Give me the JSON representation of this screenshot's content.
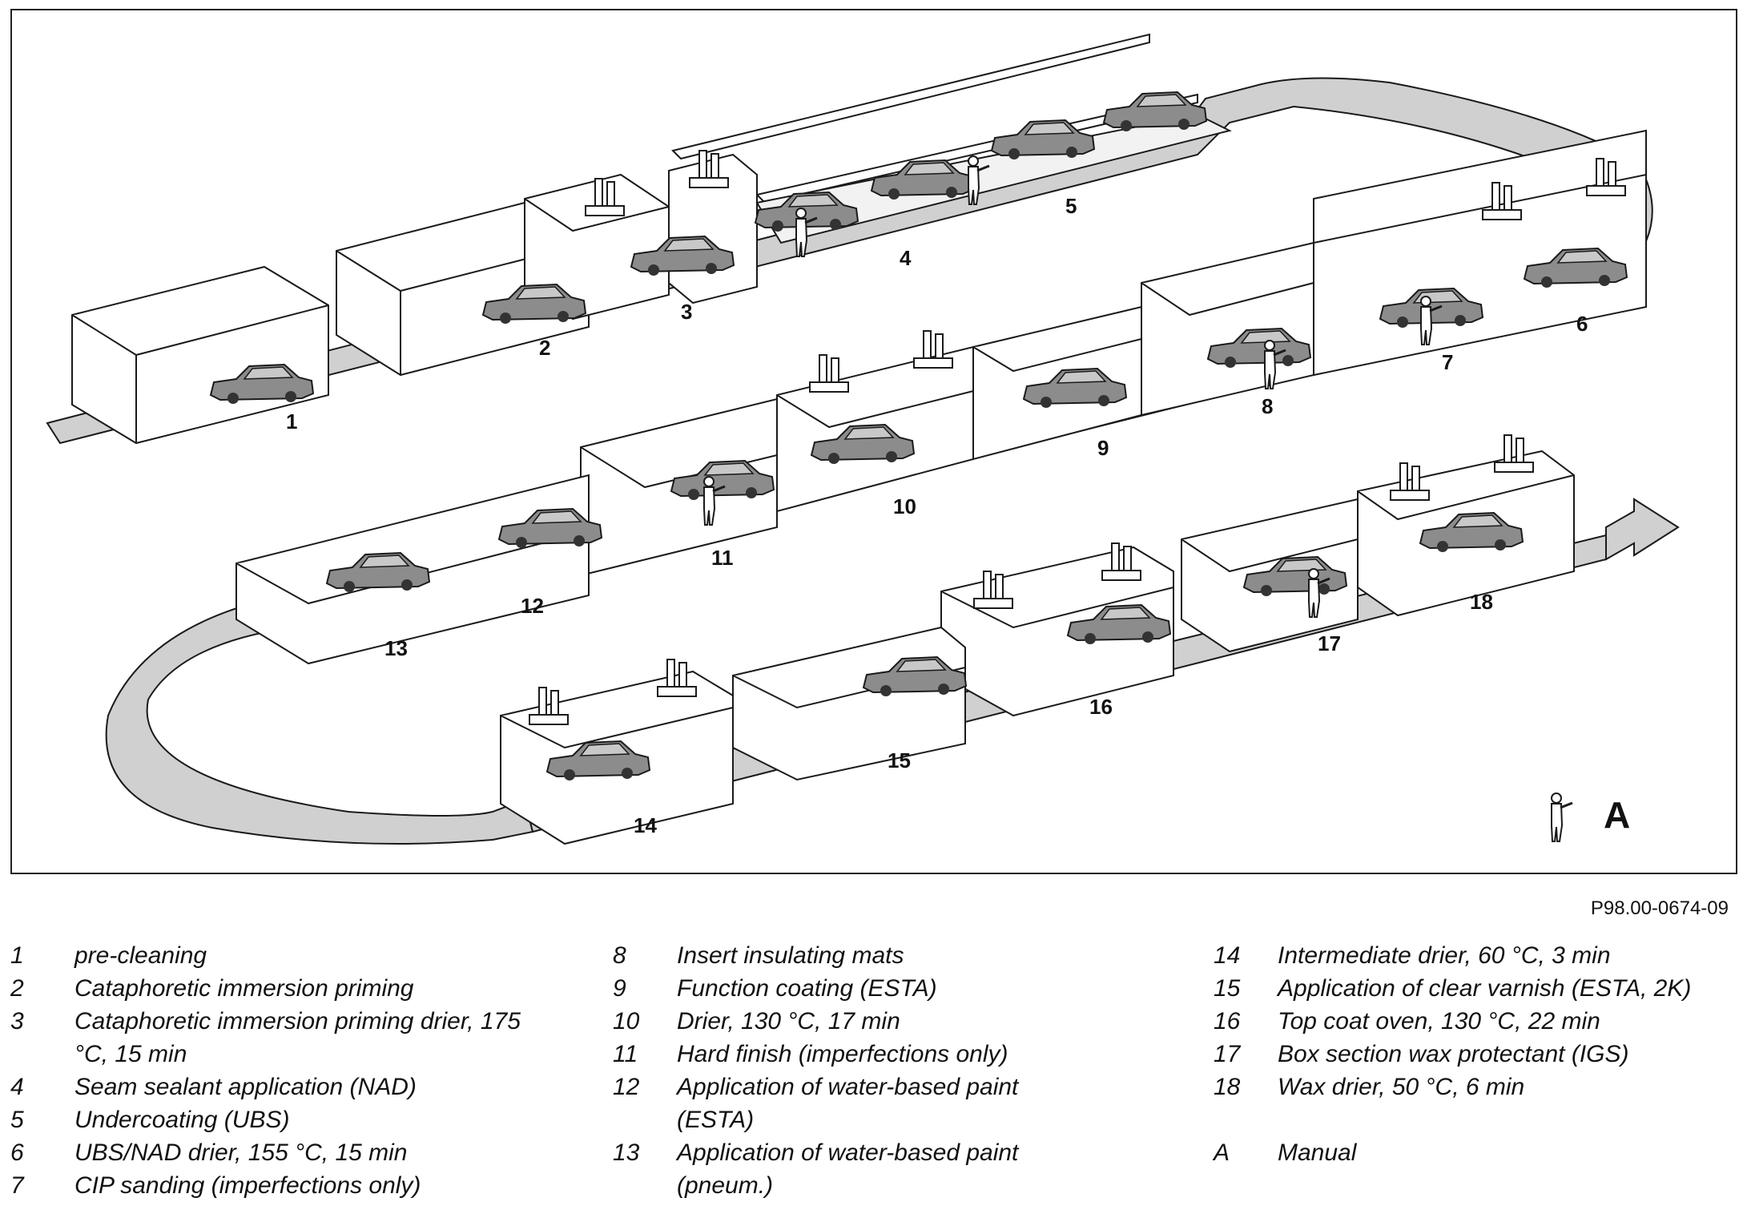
{
  "figure": {
    "station_numbers": [
      "1",
      "2",
      "3",
      "4",
      "5",
      "6",
      "7",
      "8",
      "9",
      "10",
      "11",
      "12",
      "13",
      "14",
      "15",
      "16",
      "17",
      "18"
    ],
    "manual_symbol_label": "A",
    "colors": {
      "line": "#1a1a1a",
      "conveyor": "#d0d0d0",
      "car": "#8c8c8c"
    }
  },
  "reference_code": "P98.00-0674-09",
  "legend": {
    "col1": [
      {
        "num": "1",
        "text": "pre-cleaning"
      },
      {
        "num": "2",
        "text": "Cataphoretic immersion priming"
      },
      {
        "num": "3",
        "text": "Cataphoretic immersion priming drier, 175 °C, 15 min"
      },
      {
        "num": "4",
        "text": "Seam sealant application (NAD)"
      },
      {
        "num": "5",
        "text": "Undercoating (UBS)"
      },
      {
        "num": "6",
        "text": "UBS/NAD drier, 155 °C, 15 min"
      },
      {
        "num": "7",
        "text": "CIP sanding (imperfections only)"
      }
    ],
    "col2": [
      {
        "num": "8",
        "text": "Insert insulating mats"
      },
      {
        "num": "9",
        "text": "Function coating (ESTA)"
      },
      {
        "num": "10",
        "text": "Drier, 130 °C, 17 min"
      },
      {
        "num": "11",
        "text": "Hard finish (imperfections only)"
      },
      {
        "num": "12",
        "text": "Application of water-based paint (ESTA)"
      },
      {
        "num": "13",
        "text": "Application of water-based paint (pneum.)"
      }
    ],
    "col3": [
      {
        "num": "14",
        "text": "Intermediate drier, 60 °C, 3 min"
      },
      {
        "num": "15",
        "text": "Application of clear varnish (ESTA, 2K)"
      },
      {
        "num": "16",
        "text": "Top coat oven, 130 °C, 22 min"
      },
      {
        "num": "17",
        "text": "Box section wax protectant (IGS)"
      },
      {
        "num": "18",
        "text": "Wax drier, 50 °C, 6 min"
      }
    ],
    "manual": {
      "num": "A",
      "text": "Manual"
    }
  }
}
